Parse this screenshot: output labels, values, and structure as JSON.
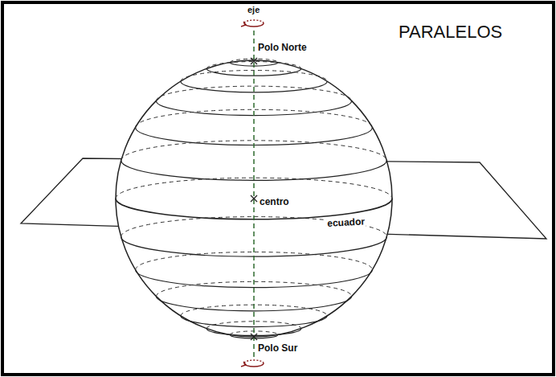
{
  "diagram": {
    "title": "PARALELOS",
    "labels": [
      "eje",
      "Polo Norte",
      "centro",
      "ecuador",
      "Polo Sur"
    ]
  }
}
